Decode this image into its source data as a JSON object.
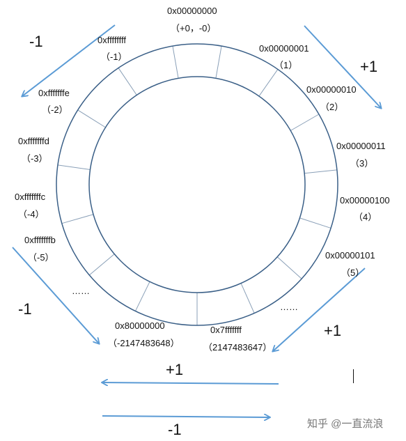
{
  "colors": {
    "ring": "#3a5f87",
    "arrow": "#5b9bd5",
    "text": "#111111"
  },
  "addresses": [
    {
      "hex": "0x00000000",
      "val": "（+0，-0）"
    },
    {
      "hex": "0x00000001",
      "val": "（1）"
    },
    {
      "hex": "0x00000010",
      "val": "（2）"
    },
    {
      "hex": "0x00000011",
      "val": "（3）"
    },
    {
      "hex": "0x00000100",
      "val": "（4）"
    },
    {
      "hex": "0x00000101",
      "val": "（5）"
    },
    {
      "hex": "0x7fffffff",
      "val": "（2147483647）"
    },
    {
      "hex": "0x80000000",
      "val": "（-2147483648）"
    },
    {
      "hex": "0xffffffff",
      "val": "（-1）"
    },
    {
      "hex": "0xfffffffe",
      "val": "（-2）"
    },
    {
      "hex": "0xfffffffd",
      "val": "（-3）"
    },
    {
      "hex": "0xfffffffc",
      "val": "（-4）"
    },
    {
      "hex": "0xfffffffb",
      "val": "（-5）"
    }
  ],
  "ellipsis": [
    "……",
    "……"
  ],
  "ops": {
    "top_left": "-1",
    "top_right": "+1",
    "left": "-1",
    "bottom_right": "+1",
    "bottom_upper": "+1",
    "bottom_lower": "-1"
  },
  "watermark": "知乎 @一直流浪"
}
